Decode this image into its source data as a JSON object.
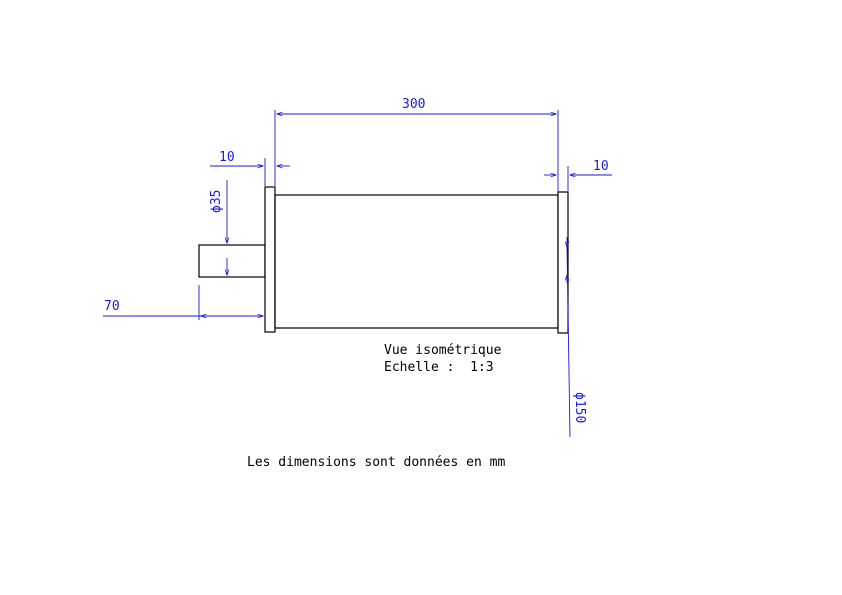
{
  "colors": {
    "geometry": "#000000",
    "dimension": "#1a1adc",
    "background": "#ffffff"
  },
  "dimensions": {
    "overall_length": "300",
    "left_flange_thickness": "10",
    "right_flange_thickness": "10",
    "shaft_diameter": "ϕ35",
    "shaft_length": "70",
    "body_diameter": "ϕ150"
  },
  "notes": {
    "view_label": "Vue isométrique",
    "scale_label": "Echelle :  1:3",
    "units_note": "Les dimensions sont données en mm"
  }
}
